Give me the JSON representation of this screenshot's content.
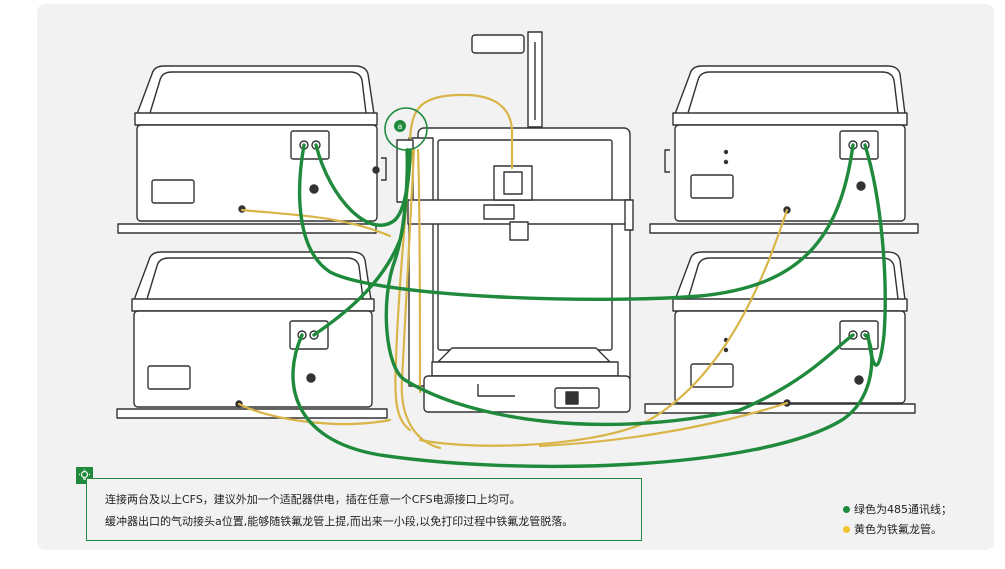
{
  "note": {
    "line1": "连接两台及以上CFS，建议外加一个适配器供电，插在任意一个CFS电源接口上均可。",
    "line2": "缓冲器出口的气动接头a位置,能够随铁氟龙管上提,而出来一小段,以免打印过程中铁氟龙管脱落。",
    "icon": "lightbulb-icon"
  },
  "callout_label": "a",
  "legend": [
    {
      "text": "绿色为485通讯线；",
      "color": "#1f8a3c"
    },
    {
      "text": "黄色为铁氟龙管。",
      "color": "#f2c230"
    }
  ],
  "colors": {
    "panel": "#f2f2f2",
    "green": "#1f8a3c",
    "yellow": "#d9b548",
    "outline": "#333333"
  }
}
